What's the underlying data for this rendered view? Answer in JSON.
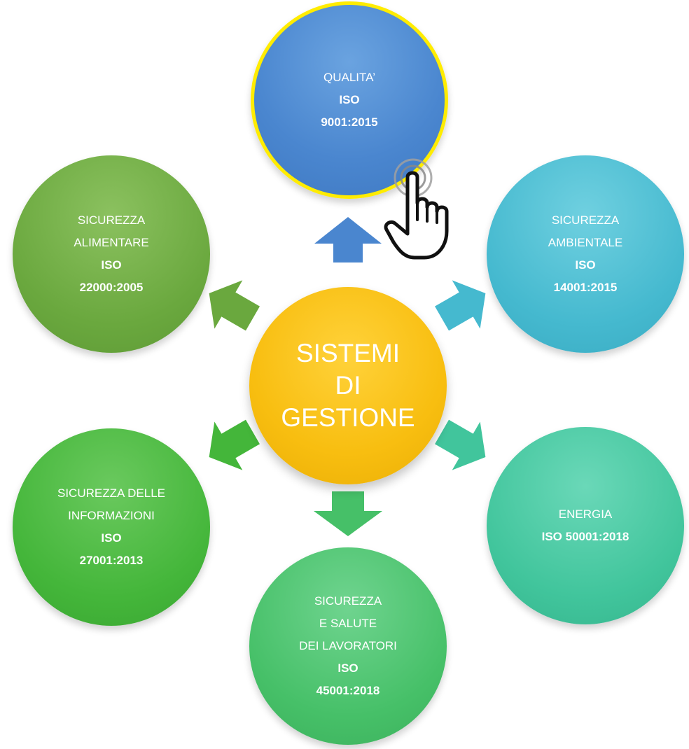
{
  "center": {
    "lines": [
      "SISTEMI",
      "DI",
      "GESTIONE"
    ],
    "color": "#f8be10"
  },
  "nodes": [
    {
      "id": "quality",
      "lines": [
        "QUALITA’",
        "ISO",
        "9001:2015"
      ],
      "bold": [
        false,
        true,
        true
      ],
      "color": "#4a86cf",
      "highlight": "#ffec00"
    },
    {
      "id": "env",
      "lines": [
        "SICUREZZA",
        "AMBIENTALE",
        "ISO",
        "14001:2015"
      ],
      "bold": [
        false,
        false,
        true,
        true
      ],
      "color": "#45b9cf"
    },
    {
      "id": "energy",
      "lines": [
        "ENERGIA",
        "ISO 50001:2018"
      ],
      "bold": [
        false,
        true
      ],
      "color": "#41c59c"
    },
    {
      "id": "health",
      "lines": [
        "SICUREZZA",
        "E SALUTE",
        "DEI LAVORATORI",
        "ISO",
        "45001:2018"
      ],
      "bold": [
        false,
        false,
        false,
        true,
        true
      ],
      "color": "#46c068"
    },
    {
      "id": "info",
      "lines": [
        "SICUREZZA DELLE",
        "INFORMAZIONI",
        "ISO",
        "27001:2013"
      ],
      "bold": [
        false,
        false,
        true,
        true
      ],
      "color": "#44b63a"
    },
    {
      "id": "food",
      "lines": [
        "SICUREZZA",
        "ALIMENTARE",
        "ISO",
        "22000:2005"
      ],
      "bold": [
        false,
        false,
        true,
        true
      ],
      "color": "#6aa83e"
    }
  ],
  "icons": {
    "cursor": "pointing-hand-icon"
  }
}
